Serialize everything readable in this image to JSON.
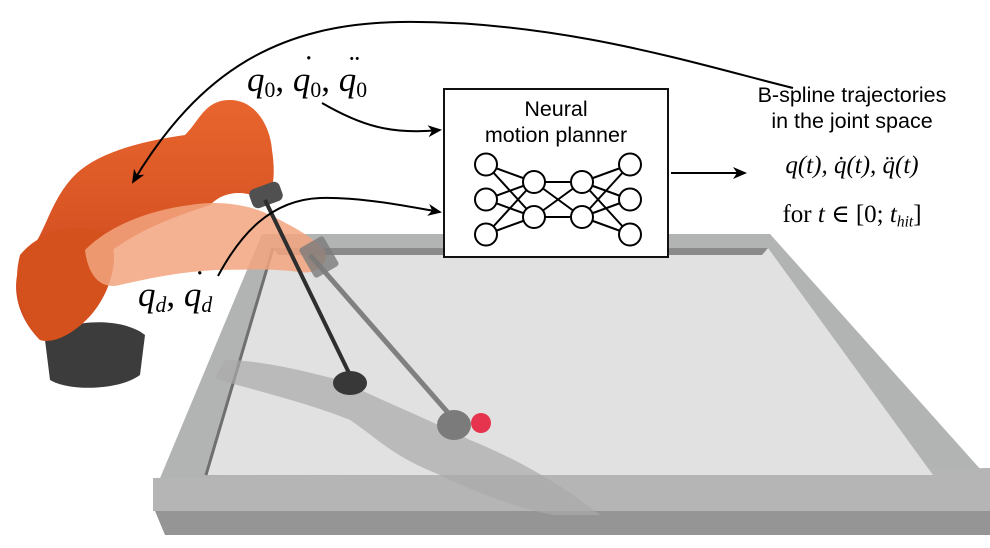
{
  "figure": {
    "description": "Robot air hockey motion planning pipeline diagram",
    "inputs": {
      "initial_state": {
        "terms": [
          {
            "symbol": "q",
            "subscript": "0",
            "dots": ""
          },
          {
            "symbol": "q",
            "subscript": "0",
            "dots": "˙"
          },
          {
            "symbol": "q",
            "subscript": "0",
            "dots": "¨"
          }
        ],
        "separator": ", "
      },
      "desired_state": {
        "terms": [
          {
            "symbol": "q",
            "subscript": "d",
            "dots": ""
          },
          {
            "symbol": "q",
            "subscript": "d",
            "dots": "˙"
          }
        ],
        "separator": ", "
      }
    },
    "planner": {
      "title_line1": "Neural",
      "title_line2": "motion planner",
      "network_layers": [
        3,
        2,
        2,
        3
      ]
    },
    "output": {
      "title_line1": "B-spline trajectories",
      "title_line2": "in the joint space",
      "expression": "q(t), q̇(t), q̈(t)",
      "range_prefix": "for",
      "range_var": "t",
      "range_symbol": "∈",
      "range_open": "[0; ",
      "range_end_var": "t",
      "range_end_sub": "hit",
      "range_close": "]"
    },
    "scene": {
      "robot_color": "#d9521f",
      "robot_ghost_color": "#f0a07a",
      "robot_base_color": "#3c3c3c",
      "table_surface_color": "#e2e2e2",
      "table_rim_color": "#b3b5b4",
      "puck_color": "#3a3a3a",
      "puck_ghost_color": "#7a7a7a",
      "ball_color": "#e8344e"
    }
  }
}
